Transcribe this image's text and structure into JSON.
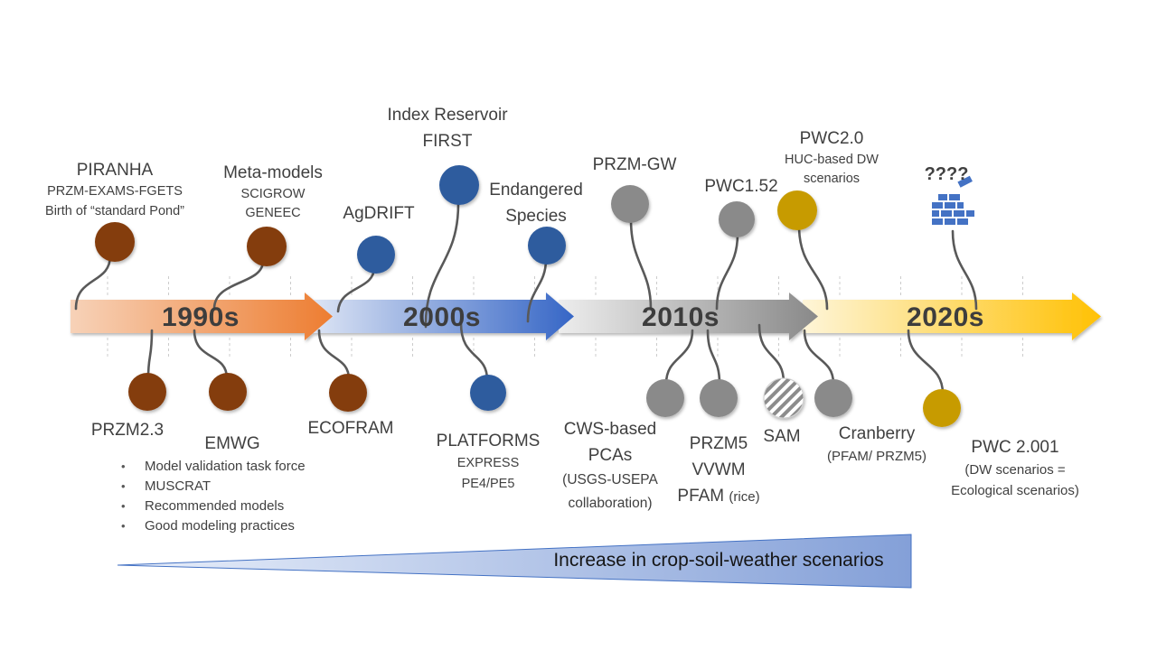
{
  "timeline": {
    "decades": [
      {
        "label": "1990s",
        "gradient": {
          "start": "#F7D2B8",
          "end": "#ED7D31"
        }
      },
      {
        "label": "2000s",
        "gradient": {
          "start": "#DCE4F4",
          "end": "#3666C6"
        }
      },
      {
        "label": "2010s",
        "gradient": {
          "start": "#EDEDED",
          "end": "#898989"
        }
      },
      {
        "label": "2020s",
        "gradient": {
          "start": "#FEF5D8",
          "end": "#FFC104"
        }
      }
    ]
  },
  "milestones_above": {
    "piranha": {
      "title": "PIRANHA",
      "line2": "PRZM-EXAMS-FGETS",
      "line3": "Birth of “standard Pond”"
    },
    "meta_models": {
      "title": "Meta-models",
      "line2": "SCIGROW",
      "line3": "GENEEC"
    },
    "agdrift": {
      "title": "AgDRIFT"
    },
    "index_reservoir": {
      "title": "Index Reservoir",
      "line2": "FIRST"
    },
    "endangered_species": {
      "title": "Endangered",
      "line2": "Species"
    },
    "przm_gw": {
      "title": "PRZM-GW"
    },
    "pwc152": {
      "title": "PWC1.52"
    },
    "pwc20": {
      "title": "PWC2.0",
      "line2": "HUC-based DW",
      "line3": "scenarios"
    },
    "future": {
      "title": "????"
    }
  },
  "milestones_below": {
    "przm23": {
      "title": "PRZM2.3"
    },
    "emwg": {
      "title": "EMWG",
      "bullets": [
        "Model validation task force",
        "MUSCRAT",
        "Recommended models",
        "Good modeling practices"
      ]
    },
    "ecofram": {
      "title": "ECOFRAM"
    },
    "platforms": {
      "title": "PLATFORMS",
      "line2": "EXPRESS",
      "line3": "PE4/PE5"
    },
    "cws_pcas": {
      "title": "CWS-based",
      "line2": "PCAs",
      "line3": "(USGS-USEPA",
      "line4": "collaboration)"
    },
    "przm5": {
      "title": "PRZM5",
      "line2": "VVWM",
      "line3_big": "PFAM",
      "line3_small": "(rice)"
    },
    "sam": {
      "title": "SAM"
    },
    "cranberry": {
      "title": "Cranberry",
      "line2": "(PFAM/ PRZM5)"
    },
    "pwc2001": {
      "title": "PWC 2.001",
      "line2": "(DW scenarios =",
      "line3": "Ecological scenarios)"
    }
  },
  "wedge": {
    "label": "Increase in crop-soil-weather scenarios",
    "fill_start": "#E9EFFA",
    "fill_end": "#84A0D8",
    "border": "#4472C4"
  },
  "colors": {
    "brown": "#843C0C",
    "blue": "#2E5B9E",
    "gray": "#8A8A8A",
    "gold": "#C79B06",
    "brick_blue": "#4472C4",
    "connector": "#595959",
    "hatch_gray": "#8C8C8C",
    "text": "#404040"
  }
}
